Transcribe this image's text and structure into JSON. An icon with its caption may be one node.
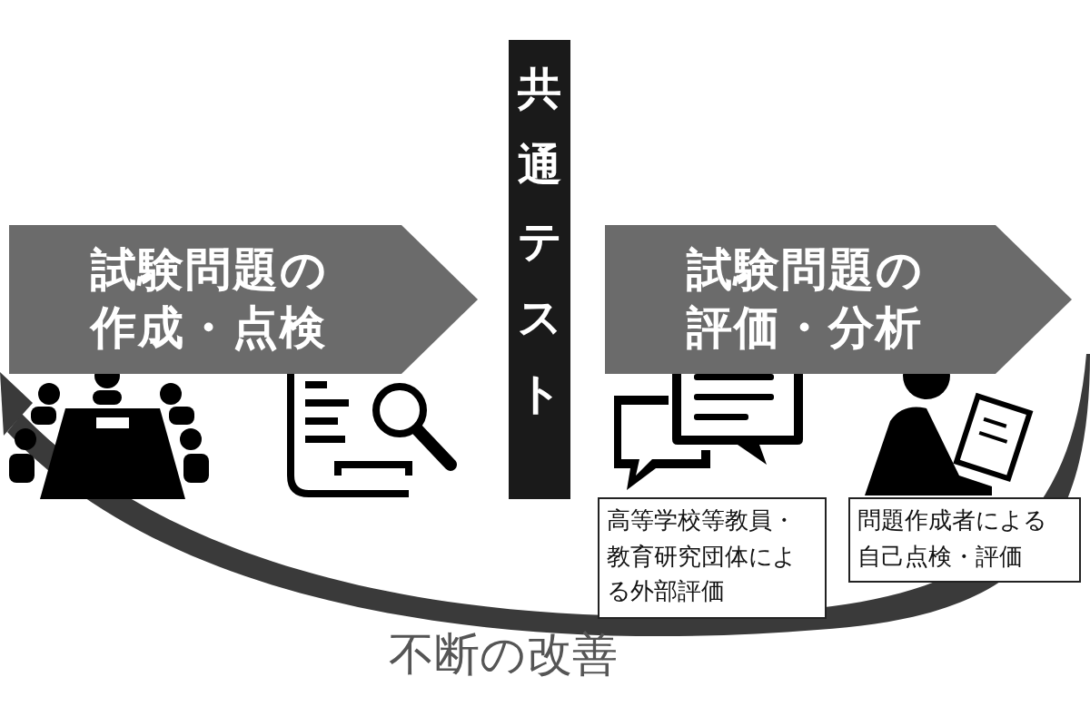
{
  "diagram": {
    "nodes": [
      {
        "text": [
          "試験問題の作成・点検"
        ]
      },
      {
        "text": [
          "共通テスト"
        ]
      },
      {
        "text": [
          "試験問題の評価・分析"
        ]
      },
      {
        "text": [
          "高等学校等教員・教育研究団体による外部評価"
        ]
      },
      {
        "text": [
          "問題作成者による自己点検・評価"
        ]
      }
    ],
    "labels": [
      "不断の改善"
    ]
  }
}
